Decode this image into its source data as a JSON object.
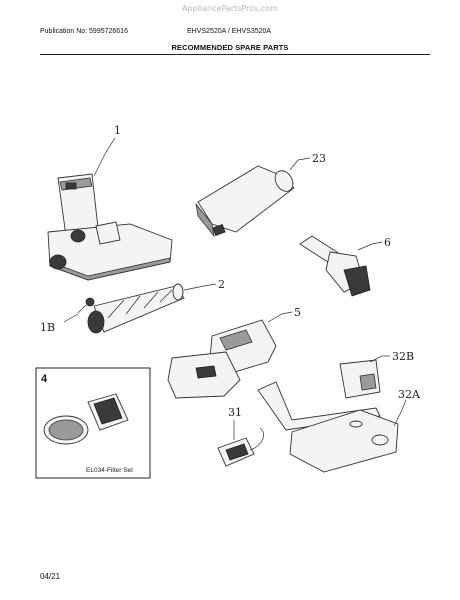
{
  "watermark": "AppliancePartsPros.com",
  "header": {
    "publication": "Publication No: 5995726616",
    "models": "EHVS2520A / EHVS3520A",
    "title": "RECOMMENDED SPARE PARTS"
  },
  "callouts": {
    "p1": "1",
    "p23": "23",
    "p6": "6",
    "p2": "2",
    "p1b": "1B",
    "p5": "5",
    "p32b": "32B",
    "p32a": "32A",
    "p31": "31"
  },
  "filter_kit": {
    "number": "4",
    "label": "EL034-Filter Set"
  },
  "footer": {
    "date": "04/21"
  }
}
